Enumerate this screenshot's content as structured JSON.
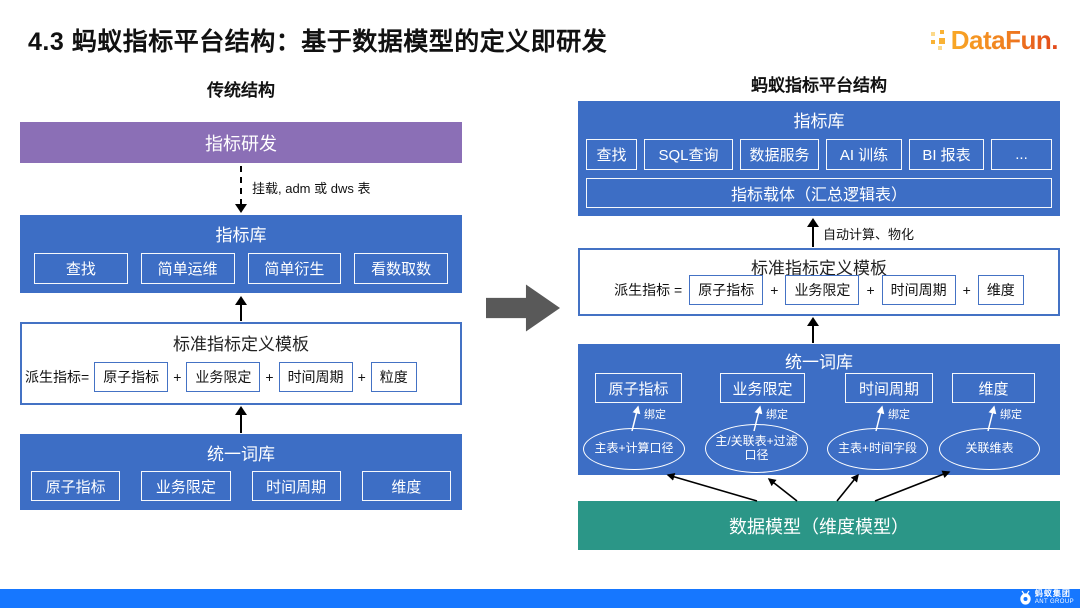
{
  "header": {
    "title": "4.3 蚂蚁指标平台结构：基于数据模型的定义即研发",
    "brand": "DataFun."
  },
  "left": {
    "title": "传统结构",
    "dev_box": "指标研发",
    "mount_label": "挂载, adm 或 dws 表",
    "metric_lib": {
      "title": "指标库",
      "items": [
        "查找",
        "简单运维",
        "简单衍生",
        "看数取数"
      ]
    },
    "template": {
      "title": "标准指标定义模板",
      "prefix": "派生指标=",
      "plus": "+",
      "terms": [
        "原子指标",
        "业务限定",
        "时间周期",
        "粒度"
      ]
    },
    "thesaurus": {
      "title": "统一词库",
      "items": [
        "原子指标",
        "业务限定",
        "时间周期",
        "维度"
      ]
    }
  },
  "right": {
    "title": "蚂蚁指标平台结构",
    "metric_lib": {
      "title": "指标库",
      "items": [
        "查找",
        "SQL查询",
        "数据服务",
        "AI 训练",
        "BI 报表",
        "..."
      ],
      "carrier": "指标载体（汇总逻辑表）"
    },
    "auto_label": "自动计算、物化",
    "template": {
      "title": "标准指标定义模板",
      "prefix": "派生指标 =",
      "plus": "+",
      "terms": [
        "原子指标",
        "业务限定",
        "时间周期",
        "维度"
      ]
    },
    "thesaurus": {
      "title": "统一词库",
      "bind_label": "绑定",
      "items": [
        "原子指标",
        "业务限定",
        "时间周期",
        "维度"
      ],
      "sources": [
        "主表+计算口径",
        "主/关联表+过滤口径",
        "主表+时间字段",
        "关联维表"
      ]
    },
    "data_model": "数据模型（维度模型）"
  },
  "footer": {
    "company_cn": "蚂蚁集团",
    "company_en": "ANT GROUP"
  },
  "colors": {
    "box_blue": "#3D6EC5",
    "box_purple": "#8B6FB6",
    "box_teal": "#2B9687",
    "border_blue": "#4472C4",
    "footer_blue": "#1677FF",
    "arrow_gray": "#595959",
    "brand_orange": "#EF7C1F"
  }
}
